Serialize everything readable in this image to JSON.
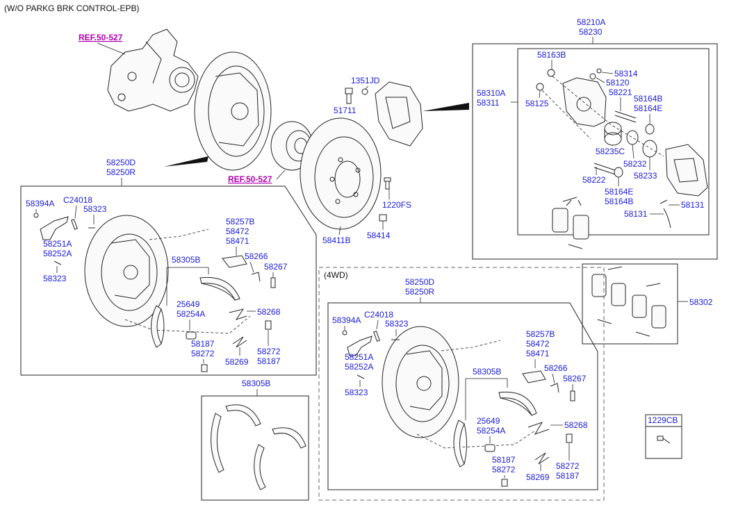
{
  "header": "(W/O PARKG BRK CONTROL-EPB)",
  "refs": [
    "REF.50-527",
    "REF.50-527"
  ],
  "group_4wd": "(4WD)",
  "labels": {
    "a58210": "58210A",
    "a58230": "58230",
    "a58163B": "58163B",
    "a58314": "58314",
    "a58120": "58120",
    "a58221": "58221",
    "a58310A": "58310A",
    "a58311": "58311",
    "a58125": "58125",
    "a58164B": "58164B",
    "a58164E": "58164E",
    "a58235C": "58235C",
    "a58232": "58232",
    "a58233": "58233",
    "a58222": "58222",
    "a58164E2": "58164E",
    "a58164B2": "58164B",
    "a58131a": "58131",
    "a58131b": "58131",
    "a1351JD": "1351JD",
    "a51711": "51711",
    "a1220FS": "1220FS",
    "a58414": "58414",
    "a58411B": "58411B",
    "a58302": "58302",
    "L_58250D": "58250D",
    "L_58250R": "58250R",
    "L_58394A": "58394A",
    "L_C24018": "C24018",
    "L_58323a": "58323",
    "L_58251A": "58251A",
    "L_58252A": "58252A",
    "L_58323b": "58323",
    "L_58257B": "58257B",
    "L_58472": "58472",
    "L_58471": "58471",
    "L_58266": "58266",
    "L_58267": "58267",
    "L_58305B": "58305B",
    "L_25649": "25649",
    "L_58254A": "58254A",
    "L_58268": "58268",
    "L_58187a": "58187",
    "L_58272a": "58272",
    "L_58269": "58269",
    "L_58272b": "58272",
    "L_58187b": "58187",
    "S_58305B": "58305B",
    "R_58250D": "58250D",
    "R_58250R": "58250R",
    "R_58394A": "58394A",
    "R_C24018": "C24018",
    "R_58323a": "58323",
    "R_58251A": "58251A",
    "R_58252A": "58252A",
    "R_58323b": "58323",
    "R_58257B": "58257B",
    "R_58472": "58472",
    "R_58471": "58471",
    "R_58266": "58266",
    "R_58267": "58267",
    "R_58305B": "58305B",
    "R_25649": "25649",
    "R_58254A": "58254A",
    "R_58268": "58268",
    "R_58187a": "58187",
    "R_58272a": "58272",
    "R_58269": "58269",
    "R_58272b": "58272",
    "R_58187b": "58187",
    "a1229CB": "1229CB"
  },
  "colors": {
    "part_number": "#1a1ad6",
    "ref_link": "#b000b0",
    "line": "#222222"
  }
}
